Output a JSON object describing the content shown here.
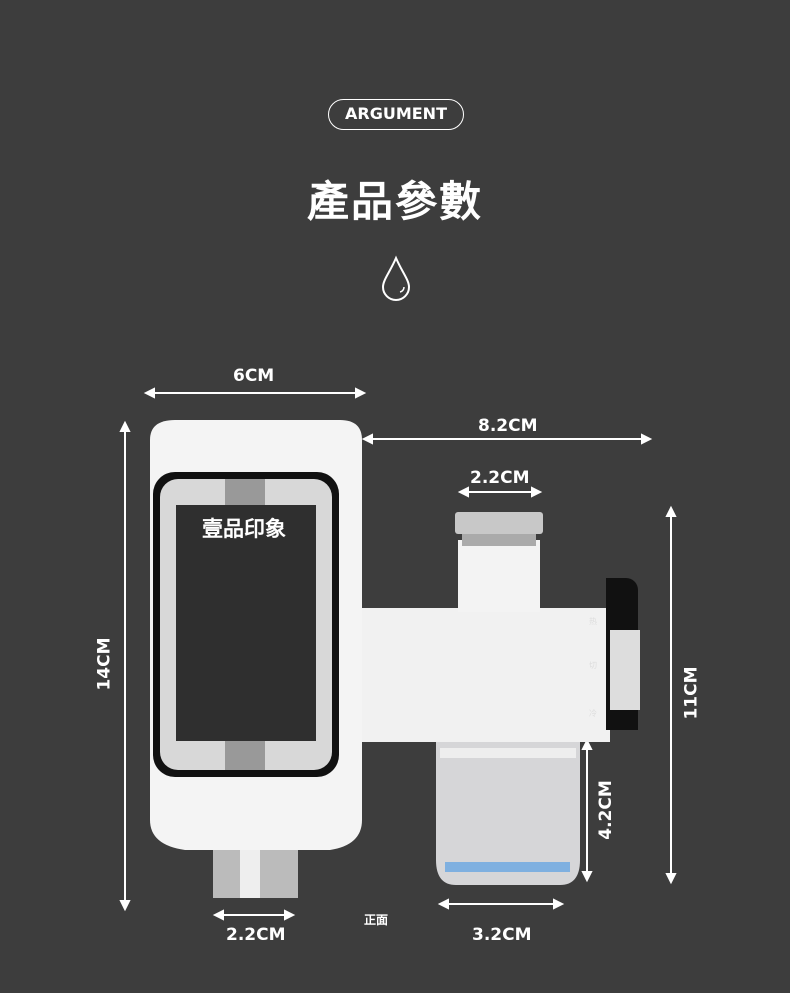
{
  "header": {
    "badge": "ARGUMENT",
    "title": "產品參數",
    "icon": "water-drop-icon"
  },
  "dimensions": {
    "width_top": "6CM",
    "length": "8.2CM",
    "inlet": "2.2CM",
    "height": "14CM",
    "height_right": "11CM",
    "filter_height": "4.2CM",
    "outlet": "2.2CM",
    "filter_width": "3.2CM"
  },
  "product": {
    "brand": "壹品印象",
    "view_label": "正面",
    "side_labels": [
      "热",
      "切",
      "冷"
    ]
  },
  "colors": {
    "background": "#3d3d3d",
    "text": "#ffffff"
  }
}
